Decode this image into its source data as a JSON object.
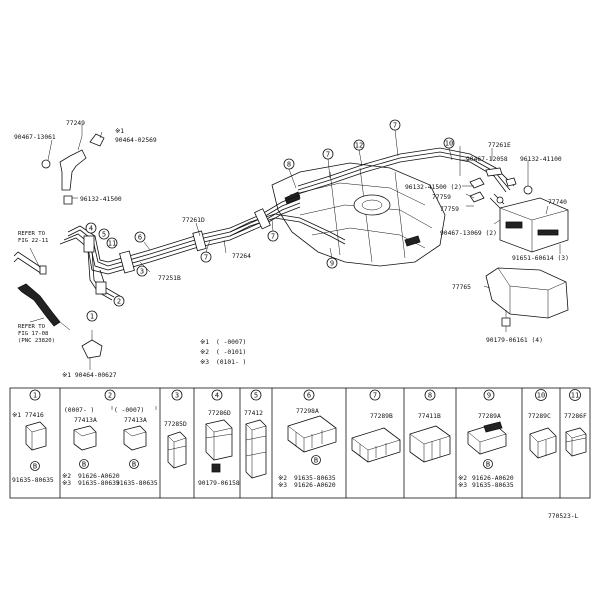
{
  "diagram_code": "770523-L",
  "top_labels": {
    "p77249": "77249",
    "s1_top": "※1",
    "p90464_02569": "90464-02569",
    "p90467_13061": "90467-13061",
    "p96132_41500_left": "96132-41500",
    "p77261D": "77261D",
    "p77251B": "77251B",
    "p77264": "77264",
    "p77261E": "77261E",
    "p90467_12058": "90467-12058",
    "p96132_41100": "96132-41100",
    "p96132_41500_2": "96132-41500 (2)",
    "p77759_a": "77759",
    "p77759_b": "77759",
    "p77740": "77740",
    "p90467_13069": "90467-13069 (2)",
    "p91651_60614": "91651-60614 (3)",
    "p77765": "77765",
    "p90179_06161": "90179-06161 (4)",
    "refer1_l1": "REFER TO",
    "refer1_l2": "FIG 22-11",
    "refer2_l1": "REFER TO",
    "refer2_l2": "FIG 17-08",
    "refer2_l3": "(PNC 23820)",
    "s1_bottom": "※1 90464-00627"
  },
  "legend": [
    {
      "mark": "※1",
      "text": "(      -0007)"
    },
    {
      "mark": "※2",
      "text": "(      -0101)"
    },
    {
      "mark": "※3",
      "text": "(0101-      )"
    }
  ],
  "callouts": {
    "c1": "1",
    "c2": "2",
    "c3": "3",
    "c4": "4",
    "c5": "5",
    "c6": "6",
    "c7a": "7",
    "c7b": "7",
    "c7c": "7",
    "c7d": "7",
    "c8": "8",
    "c9": "9",
    "c10": "10",
    "c11": "11",
    "c12": "12"
  },
  "cells": [
    {
      "num": "1",
      "parts": [
        "※1 77416"
      ],
      "bolt": "91635-80635"
    },
    {
      "num": "2",
      "sub": [
        "(0007-      )",
        "(      -0007)"
      ],
      "parts": [
        "77413A",
        "77413A"
      ],
      "bolt_marks": [
        "※2",
        "※3"
      ],
      "bolts": [
        "91626-A0620",
        "91635-80635",
        "91635-80635"
      ]
    },
    {
      "num": "3",
      "parts": [
        "77285D"
      ]
    },
    {
      "num": "4",
      "parts": [
        "77286D"
      ],
      "bolt": "90179-06158"
    },
    {
      "num": "5",
      "parts": [
        "77412"
      ]
    },
    {
      "num": "6",
      "parts": [
        "77298A"
      ],
      "bolt_marks": [
        "※2",
        "※3"
      ],
      "bolts": [
        "91635-80635",
        "91626-A0620"
      ]
    },
    {
      "num": "7",
      "parts": [
        "77289B"
      ]
    },
    {
      "num": "8",
      "parts": [
        "77411B"
      ]
    },
    {
      "num": "9",
      "parts": [
        "77289A"
      ],
      "bolt_marks": [
        "※2",
        "※3"
      ],
      "bolts": [
        "91626-A0620",
        "91635-80635"
      ]
    },
    {
      "num": "10",
      "parts": [
        "77289C"
      ]
    },
    {
      "num": "11",
      "parts": [
        "77286F"
      ]
    }
  ],
  "bolt_mark": "B"
}
